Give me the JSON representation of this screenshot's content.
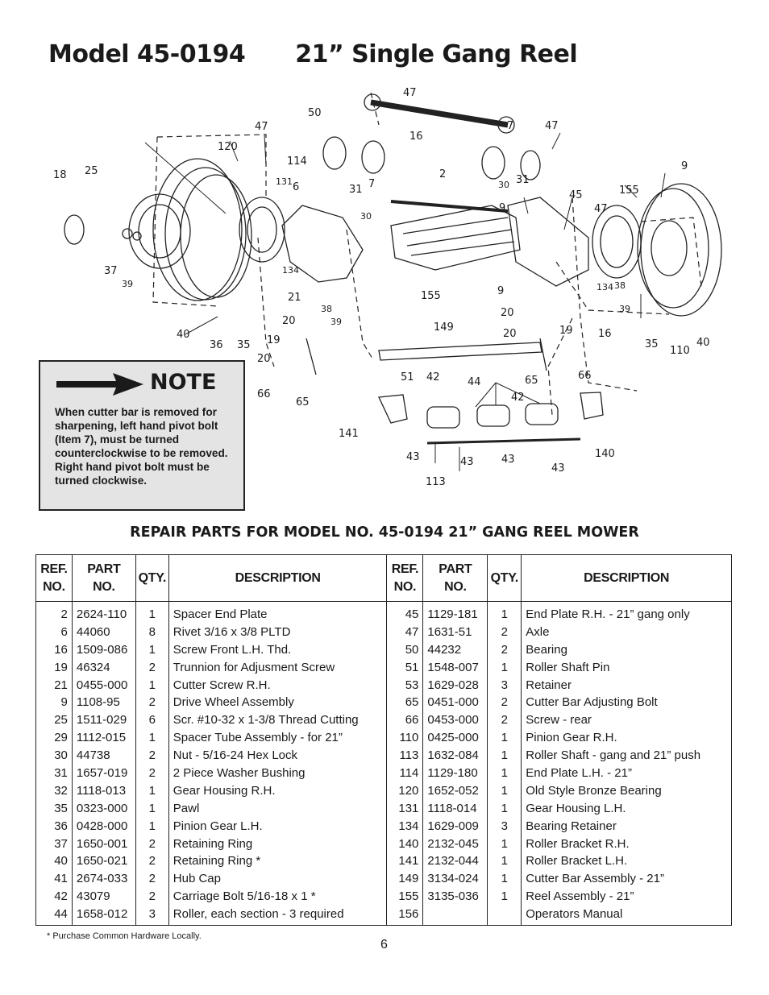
{
  "title": {
    "model": "Model 45-0194",
    "name": "21” Single Gang Reel"
  },
  "callouts": [
    "47",
    "50",
    "16",
    "7",
    "47",
    "9",
    "47",
    "120",
    "114",
    "131",
    "6",
    "31",
    "7",
    "2",
    "30",
    "31",
    "45",
    "155",
    "9",
    "18",
    "25",
    "30",
    "47",
    "37",
    "39",
    "134",
    "21",
    "155",
    "9",
    "20",
    "38",
    "20",
    "39",
    "19",
    "20",
    "149",
    "19",
    "16",
    "40",
    "36",
    "35",
    "20",
    "66",
    "65",
    "51",
    "42",
    "44",
    "65",
    "66",
    "42",
    "141",
    "43",
    "43",
    "43",
    "43",
    "113",
    "140",
    "39",
    "134",
    "38",
    "35",
    "110",
    "40"
  ],
  "note": {
    "title": "NOTE",
    "text": "When cutter bar is removed for sharpening, left hand pivot bolt (Item 7), must be turned counterclockwise to be removed. Right hand pivot bolt must be turned clockwise."
  },
  "table": {
    "heading": "REPAIR PARTS FOR MODEL NO. 45-0194  21” GANG REEL MOWER",
    "headers": {
      "ref_l1": "REF.",
      "ref_l2": "NO.",
      "part_l1": "PART",
      "part_l2": "NO.",
      "qty": "QTY.",
      "desc": "DESCRIPTION"
    },
    "left_rows": [
      {
        "ref": "2",
        "part": "2624-110",
        "qty": "1",
        "desc": "Spacer End Plate"
      },
      {
        "ref": "6",
        "part": "44060",
        "qty": "8",
        "desc": "Rivet 3/16 x 3/8 PLTD"
      },
      {
        "ref": "16",
        "part": "1509-086",
        "qty": "1",
        "desc": "Screw Front L.H. Thd."
      },
      {
        "ref": "19",
        "part": "46324",
        "qty": "2",
        "desc": "Trunnion for Adjusment Screw"
      },
      {
        "ref": "21",
        "part": "0455-000",
        "qty": "1",
        "desc": "Cutter Screw R.H."
      },
      {
        "ref": "9",
        "part": "1108-95",
        "qty": "2",
        "desc": "Drive Wheel Assembly"
      },
      {
        "ref": "25",
        "part": "1511-029",
        "qty": "6",
        "desc": "Scr. #10-32 x 1-3/8 Thread Cutting"
      },
      {
        "ref": "29",
        "part": "1112-015",
        "qty": "1",
        "desc": "Spacer Tube Assembly - for 21”"
      },
      {
        "ref": "30",
        "part": "44738",
        "qty": "2",
        "desc": "Nut - 5/16-24 Hex Lock"
      },
      {
        "ref": "31",
        "part": "1657-019",
        "qty": "2",
        "desc": "2 Piece Washer Bushing"
      },
      {
        "ref": "32",
        "part": "1118-013",
        "qty": "1",
        "desc": "Gear Housing R.H."
      },
      {
        "ref": "35",
        "part": "0323-000",
        "qty": "1",
        "desc": "Pawl"
      },
      {
        "ref": "36",
        "part": "0428-000",
        "qty": "1",
        "desc": "Pinion Gear L.H."
      },
      {
        "ref": "37",
        "part": "1650-001",
        "qty": "2",
        "desc": "Retaining Ring"
      },
      {
        "ref": "40",
        "part": "1650-021",
        "qty": "2",
        "desc": "Retaining Ring *"
      },
      {
        "ref": "41",
        "part": "2674-033",
        "qty": "2",
        "desc": "Hub Cap"
      },
      {
        "ref": "42",
        "part": "43079",
        "qty": "2",
        "desc": "Carriage Bolt 5/16-18 x 1 *"
      },
      {
        "ref": "44",
        "part": "1658-012",
        "qty": "3",
        "desc": "Roller, each section - 3 required"
      }
    ],
    "right_rows": [
      {
        "ref": "45",
        "part": "1129-181",
        "qty": "1",
        "desc": "End Plate R.H. - 21” gang only"
      },
      {
        "ref": "47",
        "part": "1631-51",
        "qty": "2",
        "desc": "Axle"
      },
      {
        "ref": "50",
        "part": "44232",
        "qty": "2",
        "desc": "Bearing"
      },
      {
        "ref": "51",
        "part": "1548-007",
        "qty": "1",
        "desc": "Roller Shaft Pin"
      },
      {
        "ref": "53",
        "part": "1629-028",
        "qty": "3",
        "desc": "Retainer"
      },
      {
        "ref": "65",
        "part": "0451-000",
        "qty": "2",
        "desc": "Cutter Bar Adjusting Bolt"
      },
      {
        "ref": "66",
        "part": "0453-000",
        "qty": "2",
        "desc": "Screw - rear"
      },
      {
        "ref": "110",
        "part": "0425-000",
        "qty": "1",
        "desc": "Pinion Gear R.H."
      },
      {
        "ref": "113",
        "part": "1632-084",
        "qty": "1",
        "desc": "Roller Shaft - gang and 21” push"
      },
      {
        "ref": "114",
        "part": "1129-180",
        "qty": "1",
        "desc": "End Plate L.H. - 21”"
      },
      {
        "ref": "120",
        "part": "1652-052",
        "qty": "1",
        "desc": "Old Style Bronze Bearing"
      },
      {
        "ref": "131",
        "part": "1118-014",
        "qty": "1",
        "desc": "Gear Housing L.H."
      },
      {
        "ref": "134",
        "part": "1629-009",
        "qty": "3",
        "desc": "Bearing Retainer"
      },
      {
        "ref": "140",
        "part": "2132-045",
        "qty": "1",
        "desc": "Roller Bracket R.H."
      },
      {
        "ref": "141",
        "part": "2132-044",
        "qty": "1",
        "desc": "Roller Bracket L.H."
      },
      {
        "ref": "149",
        "part": "3134-024",
        "qty": "1",
        "desc": "Cutter Bar Assembly - 21”"
      },
      {
        "ref": "155",
        "part": "3135-036",
        "qty": "1",
        "desc": "Reel Assembly - 21”"
      },
      {
        "ref": "156",
        "part": "",
        "qty": "",
        "desc": "Operators Manual"
      }
    ]
  },
  "footnote": "* Purchase Common Hardware Locally.",
  "page_number": "6"
}
